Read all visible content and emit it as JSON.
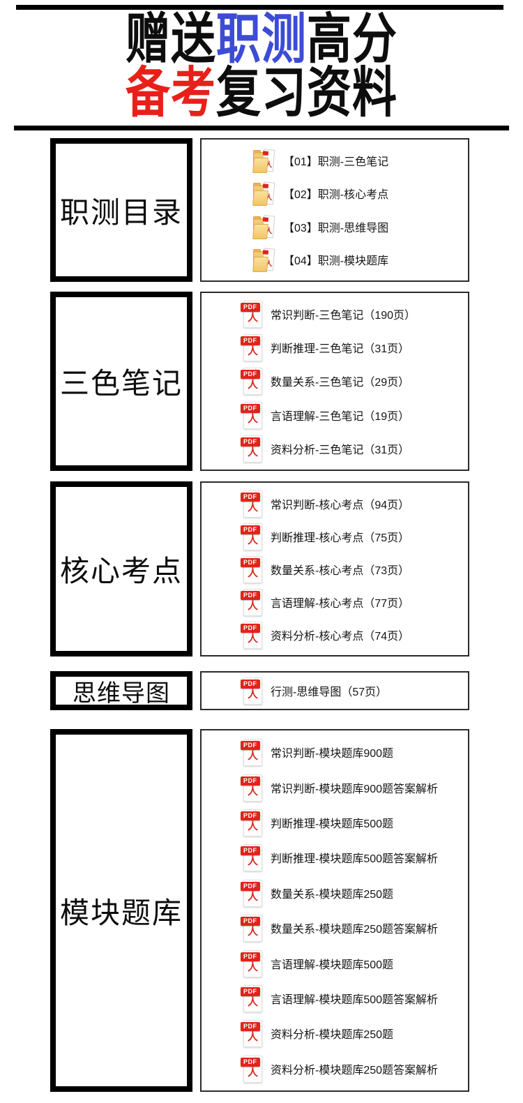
{
  "colors": {
    "accent_blue": "#3d4cd5",
    "accent_red": "#e8201a",
    "ink_black": "#0d0d0d",
    "pdf_red": "#e2231a",
    "folder_yellow": "#f2c467"
  },
  "title": {
    "line1": [
      {
        "text": "赠送",
        "color": "#0d0d0d"
      },
      {
        "text": "职测",
        "color": "#3d4cd5"
      },
      {
        "text": "高分",
        "color": "#0d0d0d"
      }
    ],
    "line2": [
      {
        "text": "备考",
        "color": "#e8201a"
      },
      {
        "text": "复习资料",
        "color": "#0d0d0d"
      }
    ]
  },
  "icons": {
    "pdf_label": "PDF",
    "pdf_glyph": "人"
  },
  "sections": [
    {
      "id": "zhice-catalog",
      "label": "职测目录",
      "icon": "folder",
      "items": [
        "【01】职测-三色笔记",
        "【02】职测-核心考点",
        "【03】职测-思维导图",
        "【04】职测-模块题库"
      ]
    },
    {
      "id": "three-color-notes",
      "label": "三色笔记",
      "icon": "pdf",
      "items": [
        "常识判断-三色笔记（190页）",
        "判断推理-三色笔记（31页）",
        "数量关系-三色笔记（29页）",
        "言语理解-三色笔记（19页）",
        "资料分析-三色笔记（31页）"
      ]
    },
    {
      "id": "core-points",
      "label": "核心考点",
      "icon": "pdf",
      "items": [
        "常识判断-核心考点（94页）",
        "判断推理-核心考点（75页）",
        "数量关系-核心考点（73页）",
        "言语理解-核心考点（77页）",
        "资料分析-核心考点（74页）"
      ]
    },
    {
      "id": "mind-map",
      "label": "思维导图",
      "icon": "pdf",
      "items": [
        "行测-思维导图（57页）"
      ]
    },
    {
      "id": "module-bank",
      "label": "模块题库",
      "icon": "pdf",
      "items": [
        "常识判断-模块题库900题",
        "常识判断-模块题库900题答案解析",
        "判断推理-模块题库500题",
        "判断推理-模块题库500题答案解析",
        "数量关系-模块题库250题",
        "数量关系-模块题库250题答案解析",
        "言语理解-模块题库500题",
        "言语理解-模块题库500题答案解析",
        "资料分析-模块题库250题",
        "资料分析-模块题库250题答案解析"
      ]
    }
  ]
}
